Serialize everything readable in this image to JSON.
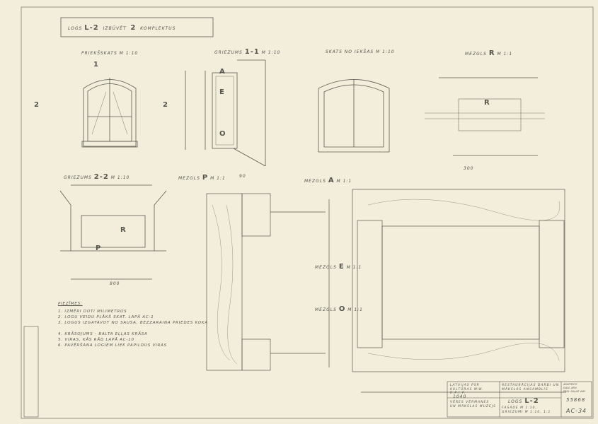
{
  "title_box": {
    "prefix": "LOGS",
    "code": "L-2",
    "verb": "IZBŪVĒT",
    "count": "2",
    "unit": "KOMPLEKTUS"
  },
  "views": {
    "facade": "PRIEKŠSKATS M 1:10",
    "section_1": {
      "prefix": "GRIEZUMS",
      "num": "1-1",
      "scale": "M 1:10"
    },
    "inside": "SKATS NO IEKŠAS M 1:10",
    "detail_r": {
      "prefix": "MEZGLS",
      "letter": "R",
      "scale": "M 1:1"
    },
    "section_2": {
      "prefix": "GRIEZUMS",
      "num": "2-2",
      "scale": "M 1:10"
    },
    "detail_p": {
      "prefix": "MEZGLS",
      "letter": "P",
      "scale": "M 1:1"
    },
    "detail_a": {
      "prefix": "MEZGLS",
      "letter": "A",
      "scale": "M 1:1"
    },
    "detail_e": {
      "prefix": "MEZGLS",
      "letter": "E",
      "scale": "M 1:1"
    },
    "detail_o": {
      "prefix": "MEZGLS",
      "letter": "O",
      "scale": "M 1:1"
    }
  },
  "markers": {
    "one": "1",
    "two": "2",
    "a": "A",
    "e": "E",
    "o": "O",
    "r": "R",
    "p": "P"
  },
  "notes": {
    "heading": "PIEZĪMES:",
    "items": [
      "1. IZMĒRI DOTI MILIMETROS",
      "2. LOGU VEIDU PLĀKŠ SKAT. LAPĀ AC-1",
      "3. LOGUS IZGATAVOT NO SAUSA, BEZZARAINA PRIEDES KOKA",
      "4. KRĀSOJUMS - BALTA EĻĻAS KRĀSA",
      "5. VIRAS, KĀS RĀD LAPĀ AC-10",
      "6. PAVĒRŠANA LOGIEM LIEK PAPILDUS VIRAS"
    ]
  },
  "title_block": {
    "org": "LATVIJAS PSR KULTŪRAS MIN. R.P.I.P.",
    "project": "RESTAURĀCIJAS DARBI UN MĀKSLAS ANSAMBLIS",
    "object": "VĒRES VĒRMANES UN MĀKSLAS MUZEJS",
    "sheet_title": "LOGS",
    "sheet_code": "L-2",
    "sheet_sub": "FASĀDE M 1:10, GRIEZUMI M 1:10, 1:1",
    "number": "55868",
    "sheet": "AC-34",
    "side": [
      "ARHITEKTS",
      "GALV. ARH.",
      "PROJ. DAĻAS VAD."
    ]
  },
  "dims": {
    "r_total": "300",
    "p_top": "90",
    "a_total": "1040",
    "s22_total": "800"
  }
}
